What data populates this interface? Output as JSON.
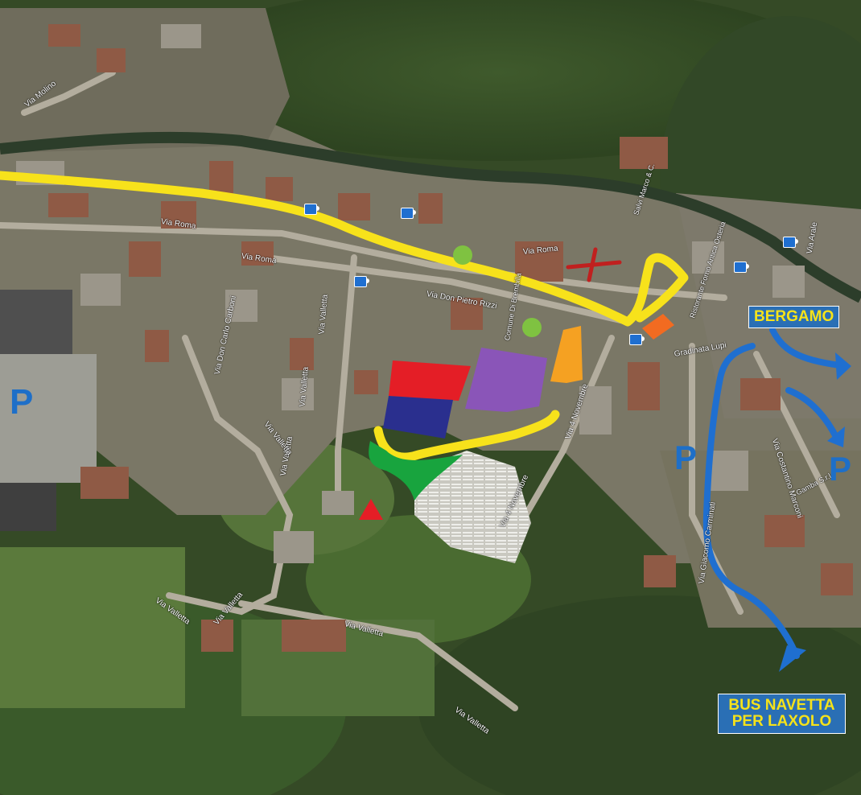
{
  "map": {
    "streets": [
      {
        "id": "via-molino",
        "label": "Via Molino"
      },
      {
        "id": "via-roma-1",
        "label": "Via Roma"
      },
      {
        "id": "via-roma-2",
        "label": "Via Roma"
      },
      {
        "id": "via-roma-3",
        "label": "Via Roma"
      },
      {
        "id": "via-don-pietro-rizzi",
        "label": "Via Don Pietro Rizzi"
      },
      {
        "id": "via-don-carlo-carboni",
        "label": "Via Don Carlo Carboni"
      },
      {
        "id": "via-valletta-1",
        "label": "Via Valletta"
      },
      {
        "id": "via-valletta-2",
        "label": "Via Valletta"
      },
      {
        "id": "via-valletta-3",
        "label": "Via Valletta"
      },
      {
        "id": "via-valletta-4",
        "label": "Via Valletta"
      },
      {
        "id": "via-valletta-5",
        "label": "Via Valletta"
      },
      {
        "id": "via-valletta-6",
        "label": "Via Valletta"
      },
      {
        "id": "via-valletta-7",
        "label": "Via Valletta"
      },
      {
        "id": "via-valletta-8",
        "label": "Via Valletta"
      },
      {
        "id": "via-4-novembre-1",
        "label": "Via 4 Novembre"
      },
      {
        "id": "via-4-novembre-2",
        "label": "Via 4 Novembre"
      },
      {
        "id": "via-giacomo-carminati",
        "label": "Via Giacomo Carminati"
      },
      {
        "id": "via-costantino-marconi",
        "label": "Via Costantino Marconi"
      },
      {
        "id": "gradinata-lupi",
        "label": "Gradinata Lupi"
      },
      {
        "id": "via-arale",
        "label": "Via Arale"
      },
      {
        "id": "comune",
        "label": "Comune Di Brembilla"
      },
      {
        "id": "ristorante",
        "label": "Ristorante Forno Antica Osteria"
      },
      {
        "id": "salvi",
        "label": "Salvi Marco & C."
      },
      {
        "id": "gamba",
        "label": "Gamba S.r.l."
      }
    ],
    "labels": {
      "bergamo": "BERGAMO",
      "bus_line1": "BUS NAVETTA",
      "bus_line2": "PER LAXOLO"
    },
    "parking_symbol": "P",
    "colors": {
      "route": "#f7e21b",
      "arrow": "#1f6fd0",
      "label_bg": "#2a6fb5",
      "label_text": "#f5e21a",
      "area_red": "#e41e26",
      "area_blue": "#2a2f8e",
      "area_purple": "#8a55b8",
      "area_orange": "#f5a122",
      "area_green": "#18a43e",
      "area_orange_small": "#f26b21",
      "cross": "#c0201f",
      "marker": "#e41e26",
      "poi": "#7fc241"
    }
  }
}
